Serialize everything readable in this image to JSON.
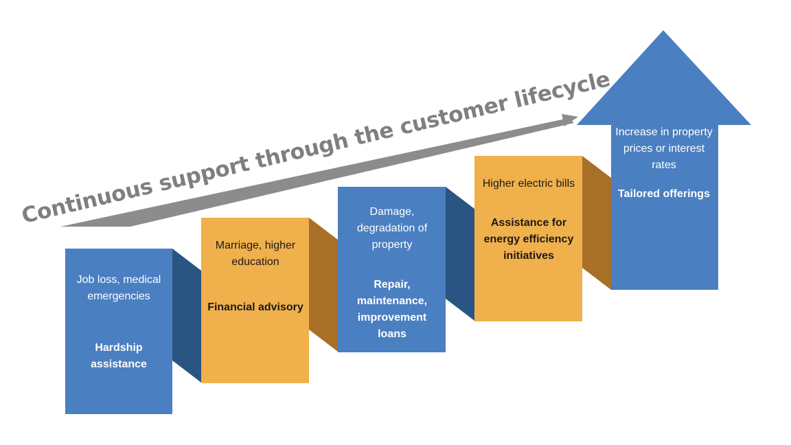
{
  "title": "Continuous support through the customer lifecycle",
  "colors": {
    "blue": "#4a7fc1",
    "blue_side": "#2a5583",
    "orange": "#f0b04c",
    "orange_side": "#a86f27",
    "arrow_gray": "#8c8c8c",
    "text_gray": "#7f7f7f"
  },
  "stages": [
    {
      "event": "Job loss, medical emergencies",
      "support": "Hardship assistance"
    },
    {
      "event": "Marriage, higher education",
      "support": "Financial advisory"
    },
    {
      "event": "Damage, degradation of property",
      "support": "Repair, maintenance, improvement loans"
    },
    {
      "event": "Higher electric bills",
      "support": "Assistance for energy efficiency initiatives"
    },
    {
      "event": "Increase in property prices or interest rates",
      "support": "Tailored offerings"
    }
  ]
}
